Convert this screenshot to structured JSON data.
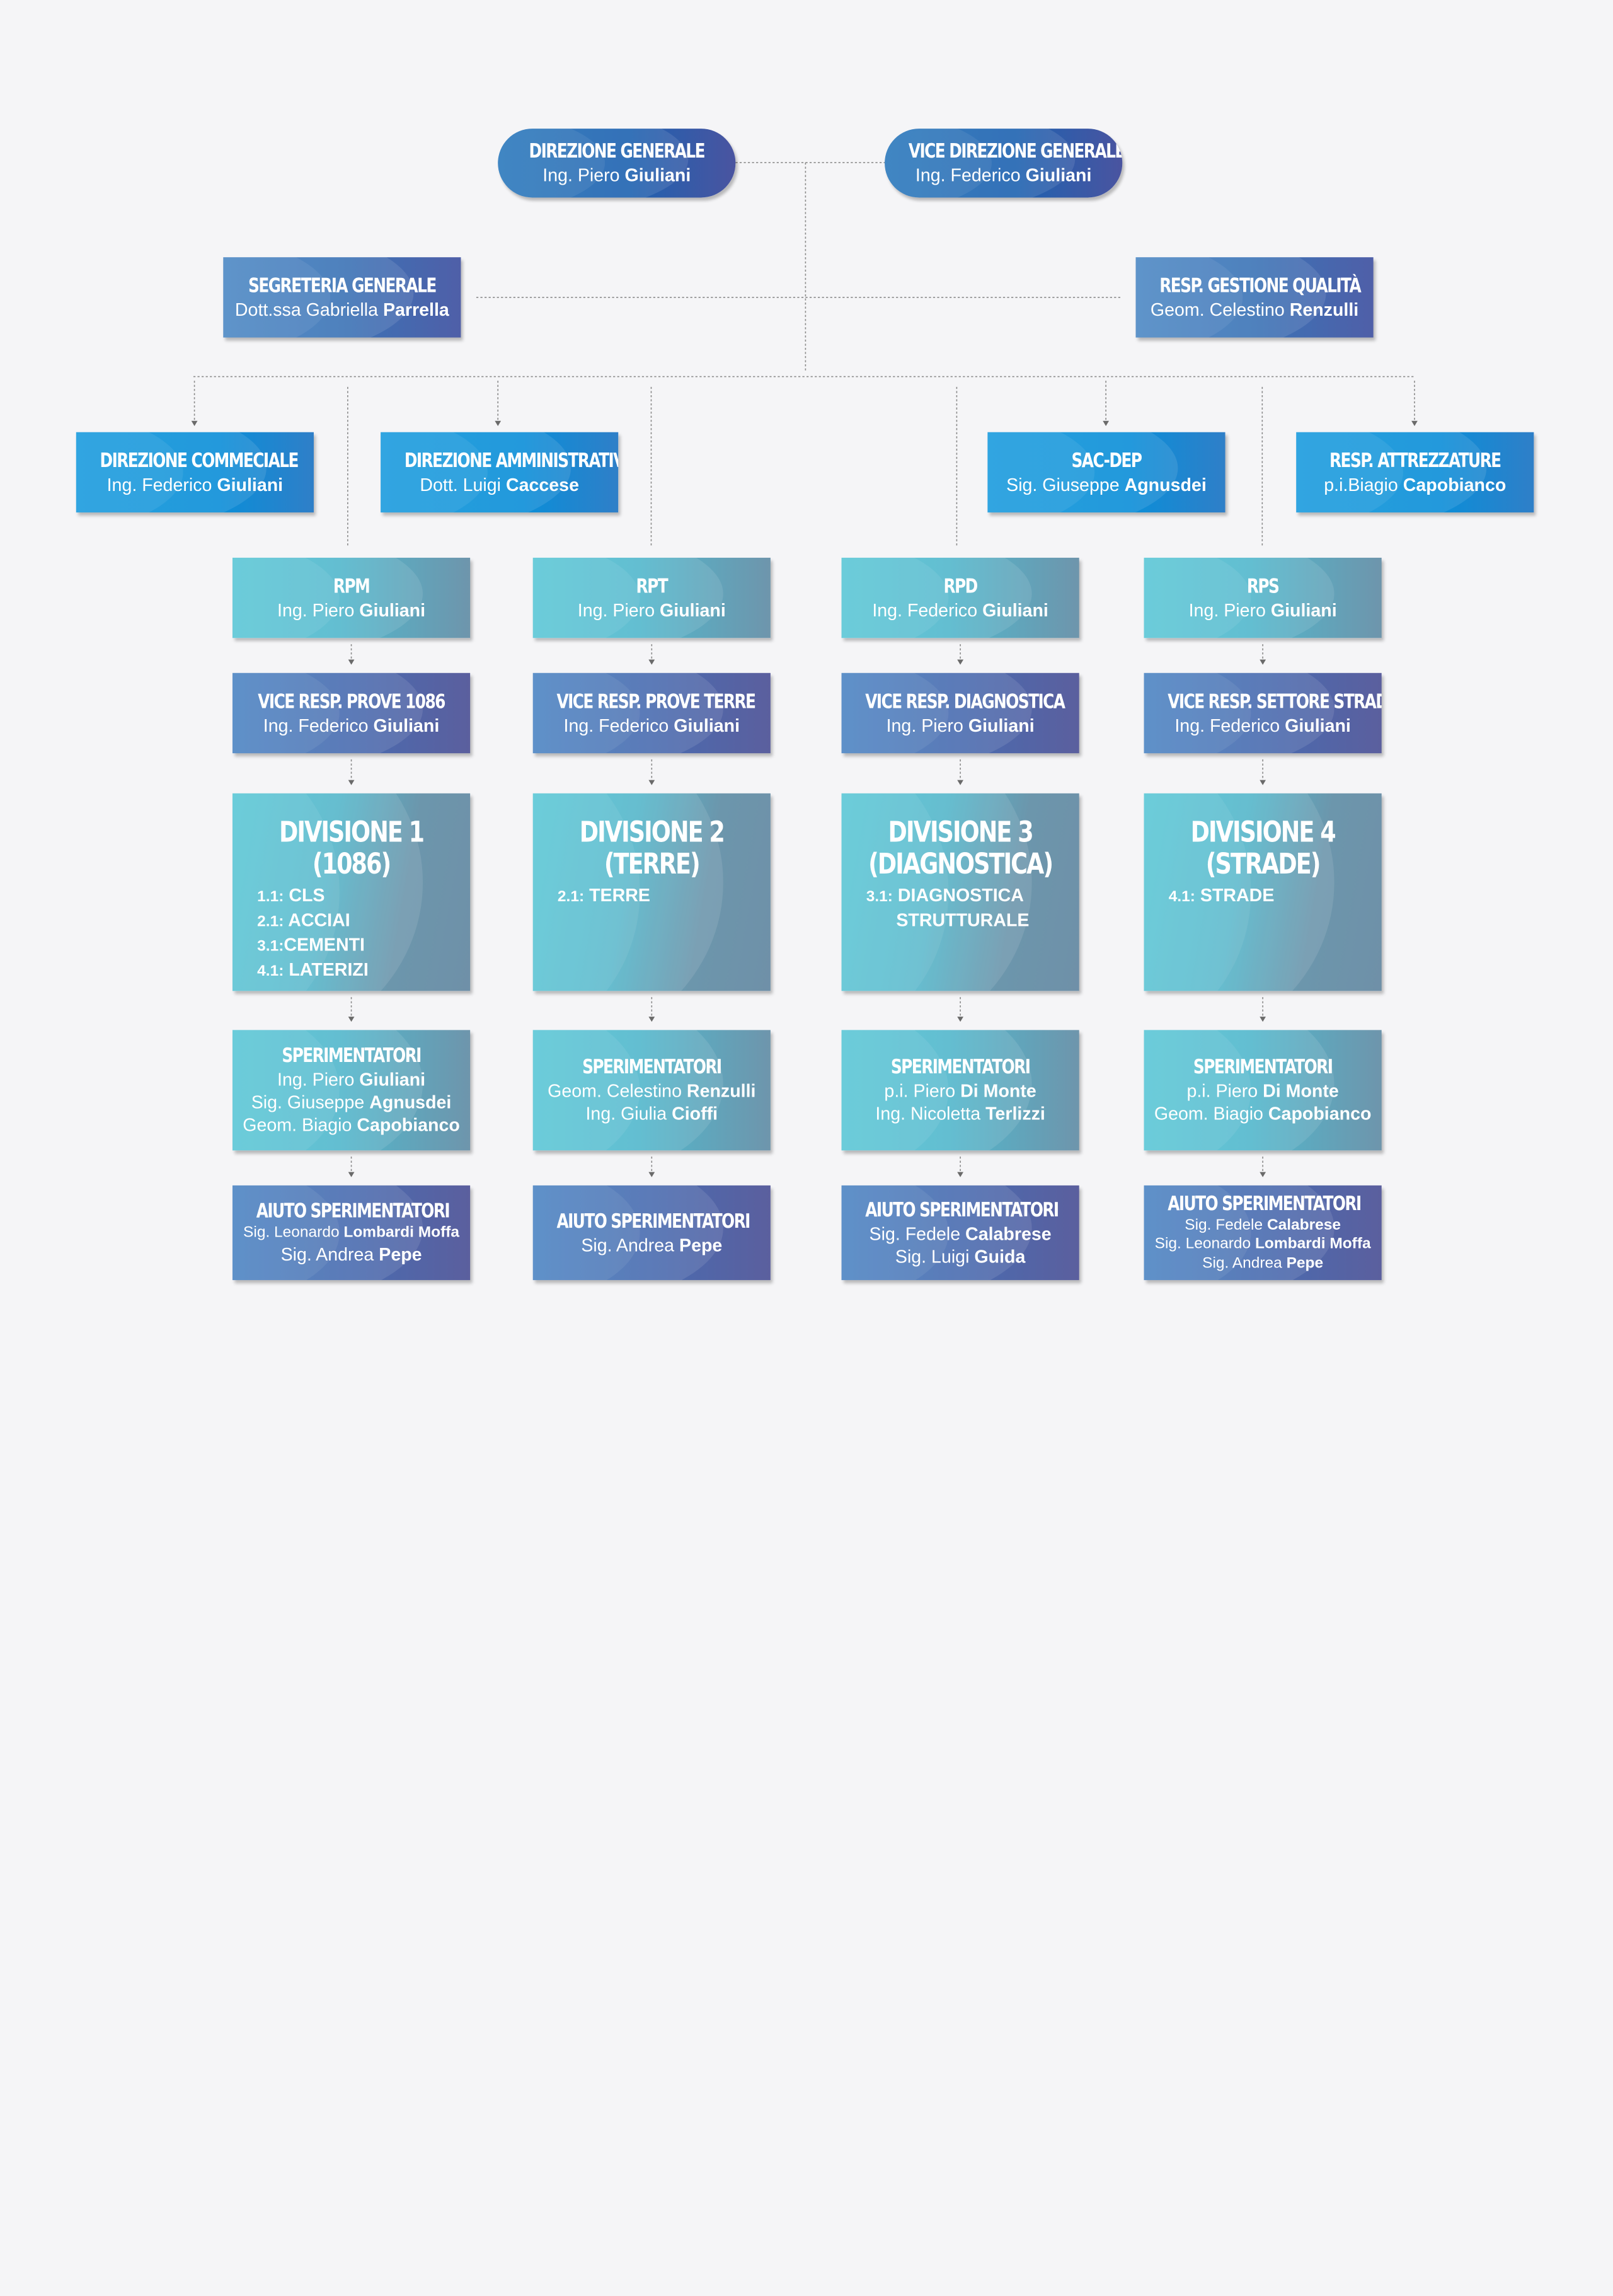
{
  "top": {
    "direzione": {
      "title": "DIREZIONE GENERALE",
      "prefix": "Ing. Piero",
      "surname": "Giuliani"
    },
    "vice": {
      "title": "VICE DIREZIONE GENERALE",
      "prefix": "Ing. Federico",
      "surname": "Giuliani"
    }
  },
  "staff": {
    "segreteria": {
      "title": "SEGRETERIA GENERALE",
      "prefix": "Dott.ssa Gabriella",
      "surname": "Parrella"
    },
    "qualita": {
      "title": "RESP. GESTIONE QUALITÀ",
      "prefix": "Geom. Celestino",
      "surname": "Renzulli"
    }
  },
  "depts": [
    {
      "title": "DIREZIONE COMMECIALE",
      "prefix": "Ing. Federico",
      "surname": "Giuliani"
    },
    {
      "title": "DIREZIONE AMMINISTRATIVA",
      "prefix": "Dott. Luigi",
      "surname": "Caccese"
    },
    {
      "title": "SAC-DEP",
      "prefix": "Sig. Giuseppe",
      "surname": "Agnusdei"
    },
    {
      "title": "RESP. ATTREZZATURE",
      "prefix": "p.i.Biagio",
      "surname": "Capobianco"
    }
  ],
  "columns": [
    {
      "resp": {
        "title": "RPM",
        "prefix": "Ing. Piero",
        "surname": "Giuliani"
      },
      "vice": {
        "title": "VICE RESP. PROVE 1086",
        "prefix": "Ing. Federico",
        "surname": "Giuliani"
      },
      "division": {
        "title1": "DIVISIONE 1",
        "title2": "(1086)",
        "items": [
          {
            "num": "1.1:",
            "text": " CLS"
          },
          {
            "num": "2.1:",
            "text": " ACCIAI"
          },
          {
            "num": "3.1:",
            "text": "CEMENTI"
          },
          {
            "num": "4.1:",
            "text": " LATERIZI"
          }
        ]
      },
      "sper": {
        "title": "SPERIMENTATORI",
        "people": [
          {
            "prefix": "Ing. Piero",
            "surname": "Giuliani"
          },
          {
            "prefix": "Sig. Giuseppe",
            "surname": "Agnusdei"
          },
          {
            "prefix": "Geom. Biagio",
            "surname": "Capobianco"
          }
        ]
      },
      "aiuto": {
        "title": "AIUTO SPERIMENTATORI",
        "people": [
          {
            "prefix": "Sig. Leonardo",
            "surname": "Lombardi Moffa",
            "small": true
          },
          {
            "prefix": "Sig. Andrea",
            "surname": "Pepe"
          }
        ]
      }
    },
    {
      "resp": {
        "title": "RPT",
        "prefix": "Ing. Piero",
        "surname": "Giuliani"
      },
      "vice": {
        "title": "VICE RESP. PROVE TERRE",
        "prefix": "Ing. Federico",
        "surname": "Giuliani"
      },
      "division": {
        "title1": "DIVISIONE 2",
        "title2": "(TERRE)",
        "items": [
          {
            "num": "2.1:",
            "text": " TERRE"
          }
        ]
      },
      "sper": {
        "title": "SPERIMENTATORI",
        "people": [
          {
            "prefix": "Geom. Celestino",
            "surname": "Renzulli"
          },
          {
            "prefix": "Ing. Giulia",
            "surname": "Cioffi"
          }
        ]
      },
      "aiuto": {
        "title": "AIUTO SPERIMENTATORI",
        "people": [
          {
            "prefix": "Sig. Andrea",
            "surname": "Pepe"
          }
        ]
      }
    },
    {
      "resp": {
        "title": "RPD",
        "prefix": "Ing. Federico",
        "surname": "Giuliani"
      },
      "vice": {
        "title": "VICE RESP. DIAGNOSTICA",
        "prefix": "Ing. Piero",
        "surname": "Giuliani"
      },
      "division": {
        "title1": "DIVISIONE 3",
        "title2": "(DIAGNOSTICA)",
        "items": [
          {
            "num": "3.1:",
            "text": " DIAGNOSTICA"
          },
          {
            "num": "",
            "text": "      STRUTTURALE"
          }
        ]
      },
      "sper": {
        "title": "SPERIMENTATORI",
        "people": [
          {
            "prefix": "p.i. Piero",
            "surname": "Di Monte"
          },
          {
            "prefix": "Ing. Nicoletta",
            "surname": "Terlizzi"
          }
        ]
      },
      "aiuto": {
        "title": "AIUTO SPERIMENTATORI",
        "people": [
          {
            "prefix": "Sig. Fedele",
            "surname": "Calabrese"
          },
          {
            "prefix": "Sig. Luigi",
            "surname": "Guida"
          }
        ]
      }
    },
    {
      "resp": {
        "title": "RPS",
        "prefix": "Ing. Piero",
        "surname": "Giuliani"
      },
      "vice": {
        "title": "VICE RESP. SETTORE STRADE",
        "prefix": "Ing. Federico",
        "surname": "Giuliani"
      },
      "division": {
        "title1": "DIVISIONE 4",
        "title2": "(STRADE)",
        "items": [
          {
            "num": "4.1:",
            "text": " STRADE"
          }
        ]
      },
      "sper": {
        "title": "SPERIMENTATORI",
        "people": [
          {
            "prefix": "p.i. Piero",
            "surname": "Di Monte"
          },
          {
            "prefix": "Geom. Biagio",
            "surname": "Capobianco"
          }
        ]
      },
      "aiuto": {
        "title": "AIUTO SPERIMENTATORI",
        "people": [
          {
            "prefix": "Sig. Fedele",
            "surname": "Calabrese",
            "small": true
          },
          {
            "prefix": "Sig. Leonardo",
            "surname": "Lombardi Moffa",
            "small": true
          },
          {
            "prefix": "Sig. Andrea",
            "surname": "Pepe",
            "small": true
          }
        ]
      }
    }
  ]
}
